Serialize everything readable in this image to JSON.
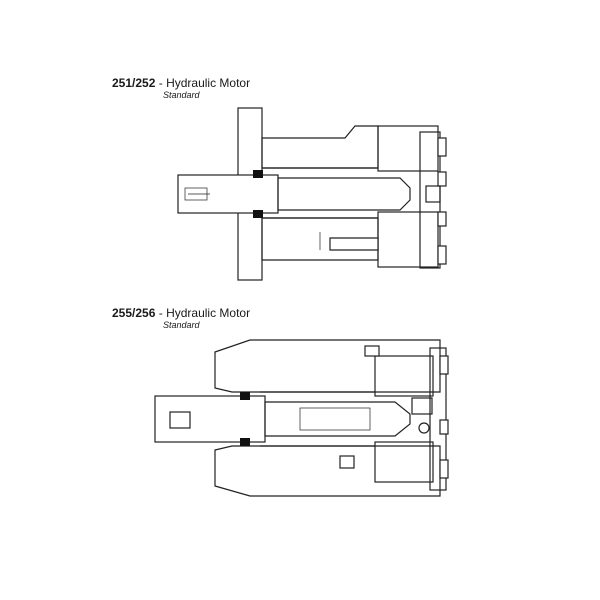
{
  "motors": [
    {
      "code": "251/252",
      "separator": " - ",
      "name": "Hydraulic Motor",
      "variant": "Standard"
    },
    {
      "code": "255/256",
      "separator": " - ",
      "name": "Hydraulic Motor",
      "variant": "Standard"
    }
  ],
  "colors": {
    "ink": "#222222",
    "background": "#ffffff"
  }
}
